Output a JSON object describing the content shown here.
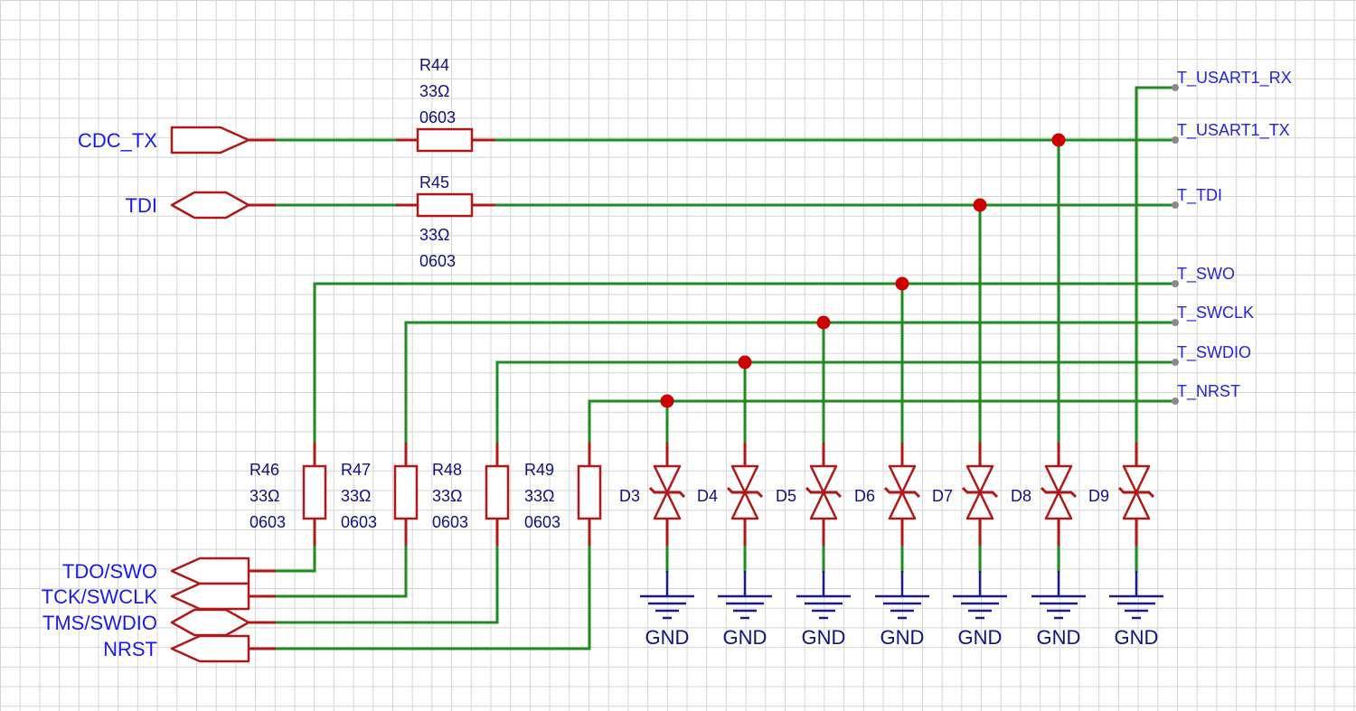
{
  "ports": [
    {
      "label": "CDC_TX"
    },
    {
      "label": "TDI"
    },
    {
      "label": "TDO/SWO"
    },
    {
      "label": "TCK/SWCLK"
    },
    {
      "label": "TMS/SWDIO"
    },
    {
      "label": "NRST"
    }
  ],
  "resistors": [
    {
      "ref": "R44",
      "value": "33Ω",
      "package": "0603"
    },
    {
      "ref": "R45",
      "value": "33Ω",
      "package": "0603"
    },
    {
      "ref": "R46",
      "value": "33Ω",
      "package": "0603"
    },
    {
      "ref": "R47",
      "value": "33Ω",
      "package": "0603"
    },
    {
      "ref": "R48",
      "value": "33Ω",
      "package": "0603"
    },
    {
      "ref": "R49",
      "value": "33Ω",
      "package": "0603"
    }
  ],
  "diodes": [
    {
      "ref": "D3"
    },
    {
      "ref": "D4"
    },
    {
      "ref": "D5"
    },
    {
      "ref": "D6"
    },
    {
      "ref": "D7"
    },
    {
      "ref": "D8"
    },
    {
      "ref": "D9"
    }
  ],
  "gnd_label": "GND",
  "net_labels": [
    {
      "label": "T_USART1_RX"
    },
    {
      "label": "T_USART1_TX"
    },
    {
      "label": "T_TDI"
    },
    {
      "label": "T_SWO"
    },
    {
      "label": "T_SWCLK"
    },
    {
      "label": "T_SWDIO"
    },
    {
      "label": "T_NRST"
    }
  ],
  "colors": {
    "wire": "#1e8c1e",
    "component": "#b01818",
    "junction": "#cc0000",
    "port_text": "#1a1ae6",
    "net_text": "#2424d8",
    "designator_text": "#101080",
    "grid": "#d4d4d4"
  }
}
